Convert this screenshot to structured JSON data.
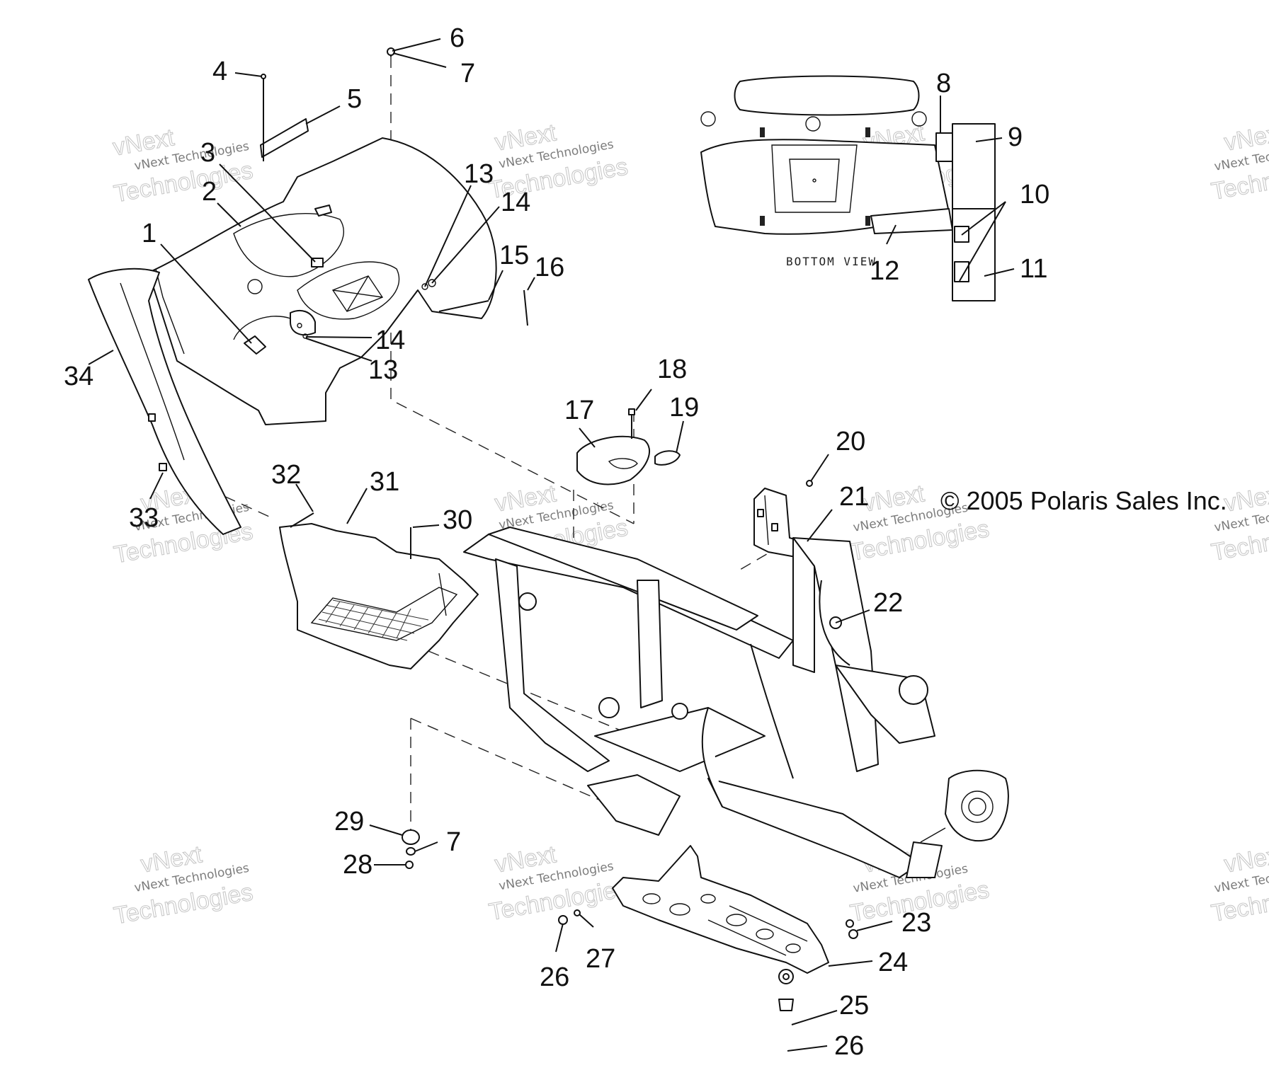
{
  "copyright": "© 2005 Polaris Sales Inc.",
  "bottom_view_label": "BOTTOM VIEW",
  "watermark": {
    "company": "vNext Technologies",
    "brand": "vNext",
    "word": "Technologies"
  },
  "callouts": {
    "c1": "1",
    "c2": "2",
    "c3": "3",
    "c4": "4",
    "c5": "5",
    "c6": "6",
    "c7a": "7",
    "c7b": "7",
    "c8": "8",
    "c9": "9",
    "c10": "10",
    "c11": "11",
    "c12": "12",
    "c13a": "13",
    "c13b": "13",
    "c14a": "14",
    "c14b": "14",
    "c15": "15",
    "c16": "16",
    "c17": "17",
    "c18": "18",
    "c19": "19",
    "c20": "20",
    "c21": "21",
    "c22": "22",
    "c23": "23",
    "c24": "24",
    "c25": "25",
    "c26a": "26",
    "c26b": "26",
    "c27": "27",
    "c28": "28",
    "c29": "29",
    "c30": "30",
    "c31": "31",
    "c32": "32",
    "c33": "33",
    "c34": "34"
  }
}
